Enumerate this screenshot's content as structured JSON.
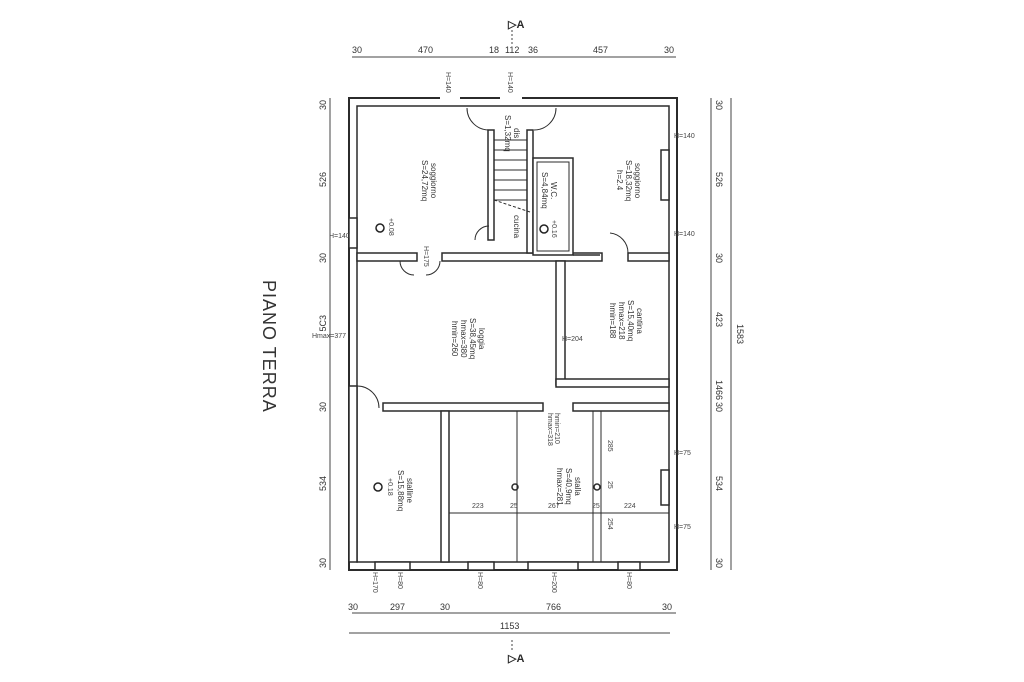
{
  "title": "PIANO TERRA",
  "section_marker": {
    "label": "A",
    "symbol": "section-arrow"
  },
  "dimensions": {
    "top": [
      "30",
      "470",
      "18",
      "112",
      "36",
      "457",
      "30"
    ],
    "bottom_row1": [
      "30",
      "297",
      "30",
      "766",
      "30"
    ],
    "bottom_total": "1153",
    "left": [
      "30",
      "526",
      "30",
      "5C3",
      "30",
      "534",
      "30"
    ],
    "right": [
      "30",
      "526",
      "30",
      "423",
      "1466",
      "30",
      "534",
      "30"
    ],
    "right_total": "1583"
  },
  "rooms": [
    {
      "id": "soggiorno-left",
      "name": "soggiorno",
      "area": "S=24,72mq",
      "level": "+0.08"
    },
    {
      "id": "gis",
      "name": "dis",
      "area": "S=1,32mq"
    },
    {
      "id": "cucina",
      "name": "cucina"
    },
    {
      "id": "wc",
      "name": "W.C.",
      "area": "S=4,84mq",
      "level": "+0.16"
    },
    {
      "id": "soggiorno-right",
      "name": "soggiorno",
      "area": "S=18,32mq",
      "extra": "h=2.4"
    },
    {
      "id": "loggia",
      "name": "loggia",
      "area": "S=38,45mq",
      "extra": "hmax=380",
      "extra2": "hmin=260"
    },
    {
      "id": "cantina",
      "name": "cantina",
      "area": "S=15,40mq",
      "extra": "hmax=218",
      "extra2": "hmin=188"
    },
    {
      "id": "stalline",
      "name": "stalline",
      "area": "S=15,88mq",
      "level": "+0.18"
    },
    {
      "id": "stalla",
      "name": "stalla",
      "area": "S=40,9mq",
      "extra": "hmax=281"
    }
  ],
  "annotations": {
    "top_h1": "H=140",
    "top_h2": "H=140",
    "left_h": "H=140",
    "right_h1": "H=140",
    "right_h2": "H=140",
    "right_h3": "H=75",
    "right_h4": "H=75",
    "hmax_left": "Hmax=377",
    "door_h": "H=175",
    "cantina_h": "H=204",
    "stalla_top": "hmin=210",
    "stalla_top2": "hmax=318",
    "bottom_h": [
      "H=170",
      "H=80",
      "H=80",
      "H=200",
      "H=80"
    ],
    "stalla_dims": [
      "223",
      "25",
      "267",
      "25",
      "224"
    ],
    "stalla_vert": [
      "285",
      "25",
      "254"
    ]
  }
}
